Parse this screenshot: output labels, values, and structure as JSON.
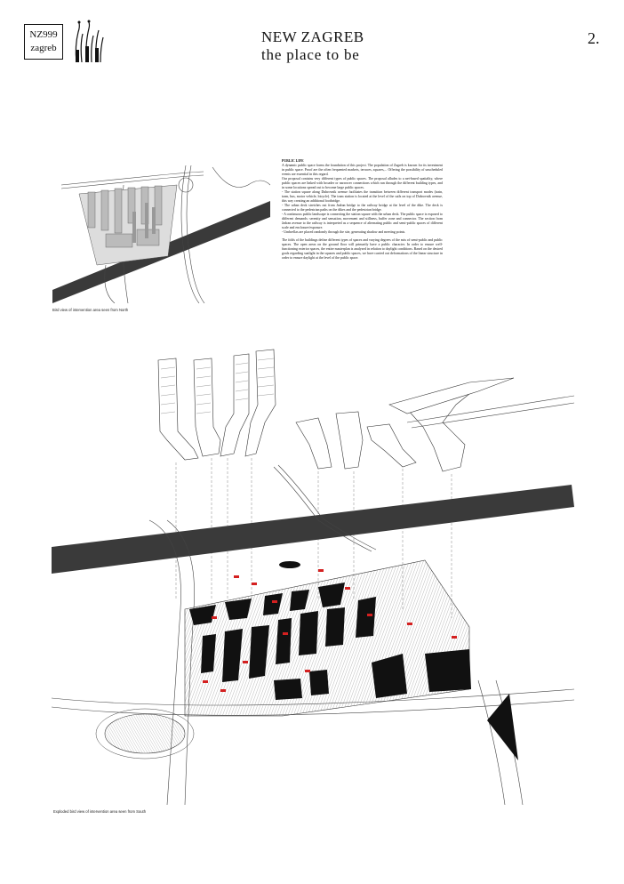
{
  "logo": {
    "line1": "NZ999",
    "line2": "zagreb"
  },
  "header": {
    "title": "NEW ZAGREB",
    "subtitle": "the place to be",
    "page_number": "2."
  },
  "captions": {
    "aerial": "Bird view of intervention area seen from North",
    "exploded": "Exploded bird view of intervention area seen from South"
  },
  "text_block": {
    "heading": "PUBLIC LIFE",
    "paragraphs": [
      "A dynamic public space forms the foundation of this project. The population of Zagreb is known for its investment in public space. Proof are the often frequented markets, terraces, squares,... Offering the possibility of unscheduled events are essential in this regard.",
      "Our proposal contains very different types of public spaces. The proposal alludes to a net-based spatiality, where public spaces are linked with broader or narrower connections which run through the different building types, and in some locations spread out to become large public spaces.",
      "- The station square along Dubrovnik avenue facilitates the transition between different transport modes (train, tram, bus, motor vehicle, bicycle). The tram station is located at the level of the sails on top of Dubrovnik avenue, this way creating an additional footbridge.",
      "- The urban deck stretches out from Jadran bridge to the railway bridge at the level of the dike. The deck is connected to the pedestrian paths on the dikes and the pedestrian bridge.",
      "- A continuous public landscape is connecting the station square with the urban deck. The public space is exposed to different demands: serenity and sensation, movement and stillness, buffer zone and connector. The section from Jadran avenue to the railway is interpreted as a sequence of alternating public and semi-public spaces of different scale and enclosure/exposure.",
      "- Umbrellas are placed randomly through the site, generating shadow and meeting points."
    ],
    "closing": "The folds of the buildings define different types of spaces and varying degrees of the mix of semi-public and public spaces. The open areas on the ground floor will primarily have a public character. In order to ensure well-functioning exterior spaces, the entire masterplan is analysed in relation to daylight conditions. Based on the desired goals regarding sunlight in the squares and public spaces, we have carried out deformations of the linear structure in order to ensure daylight at the level of the public space."
  },
  "colors": {
    "ink": "#111111",
    "river": "#3a3a3a",
    "accent_red": "#d42020",
    "hatch": "#888888"
  }
}
